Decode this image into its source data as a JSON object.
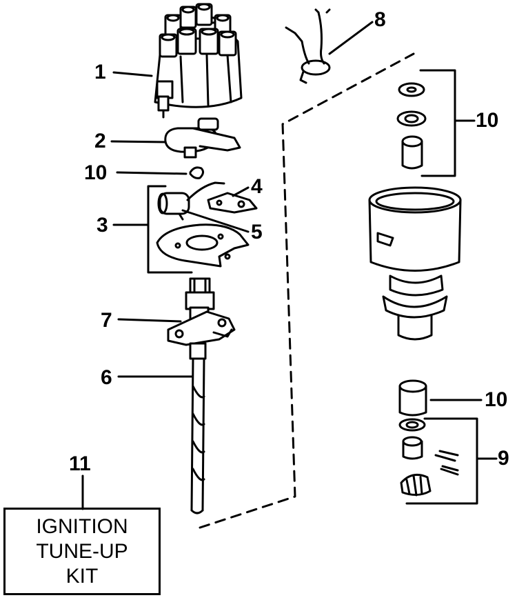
{
  "callouts": {
    "c1": "1",
    "c2": "2",
    "c3": "3",
    "c4": "4",
    "c5": "5",
    "c6": "6",
    "c7": "7",
    "c8": "8",
    "c9": "9",
    "c10a": "10",
    "c10b": "10",
    "c10c": "10",
    "c11": "11"
  },
  "kit": {
    "line1": "IGNITION",
    "line2": "TUNE-UP",
    "line3": "KIT"
  },
  "colors": {
    "ink": "#000000",
    "paper": "#ffffff"
  }
}
